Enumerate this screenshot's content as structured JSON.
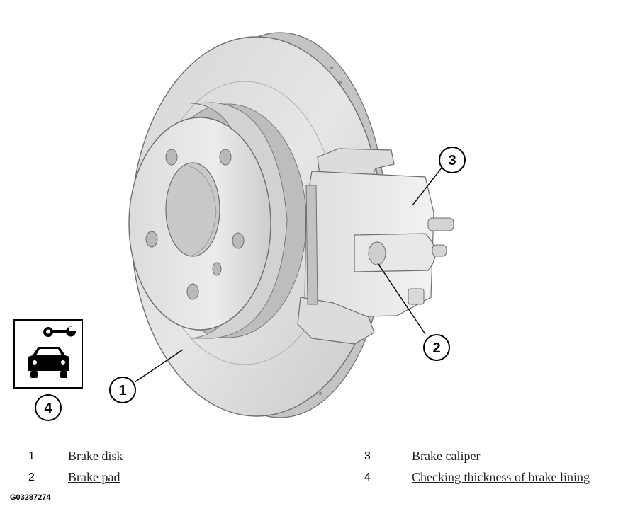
{
  "callouts": [
    "1",
    "2",
    "3",
    "4"
  ],
  "legend": [
    {
      "num": "1",
      "label": "Brake disk"
    },
    {
      "num": "2",
      "label": "Brake pad"
    },
    {
      "num": "3",
      "label": "Brake caliper"
    },
    {
      "num": "4",
      "label": "Checking thickness of brake lining"
    }
  ],
  "figure_id": "G03287274",
  "icons": {
    "service": "wrench-car-icon"
  },
  "colors": {
    "metal_light": "#e4e4e4",
    "metal_mid": "#cfcfcf",
    "metal_dark": "#a8a8a8",
    "outline": "#6e6e6e",
    "link": "#222222"
  }
}
